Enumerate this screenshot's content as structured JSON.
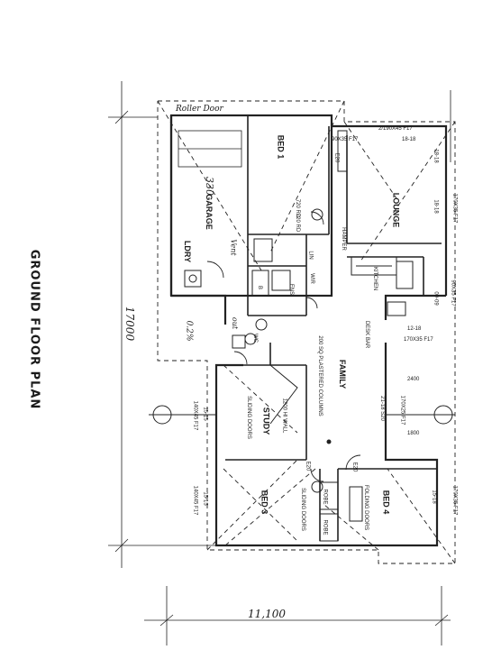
{
  "title": "GROUND FLOOR PLAN",
  "overall_width_dim": "11,100",
  "overall_length_dim": "17000",
  "rooms": {
    "garage": "GARAGE",
    "ldry": "LDRY",
    "bed1": "BED 1",
    "lounge": "LOUNGE",
    "family": "FAMILY",
    "study": "STUDY",
    "bed3": "BED 3",
    "bed4": "BED 4",
    "kitchen": "KITCHEN",
    "ens": "ENS",
    "wc": "WC",
    "bath": "B",
    "wir": "WIR",
    "robe1": "ROBE",
    "robe2": "ROBE"
  },
  "notes": {
    "roller_door": "Roller Door",
    "desk_bar": "DESK BAR",
    "columns": "200 SQ PLASTERED COLUMNS",
    "hi_wall": "1200 HI WALL",
    "sliding_doors_study": "SLIDING DOORS",
    "sliding_doors_bed3": "SLIDING DOORS",
    "folding_doors": "FOLDING DOORS",
    "hamper": "HAMPER",
    "lin": "LIN",
    "ens_detail": "720 RD"
  },
  "dims": {
    "d_top": "2/190X45 F17",
    "d_9035": "90X35 F17",
    "d_1818": "18-18",
    "d_17035a": "170X35 F17",
    "d_1818b": "18-18",
    "d_9035b": "90X35 F17",
    "d_0909": "09-09",
    "d_1218": "12-18",
    "d_17035b": "170X35 F17",
    "d_2400": "2400",
    "d_2118": "21-18 S20",
    "d_17025": "170X25 F17",
    "d_1800": "1800",
    "d_1515a": "15-15",
    "d_14045a": "140X45 F17",
    "d_1515b": "15-15",
    "d_14045b": "140X45 F17",
    "d_1518": "15-18",
    "d_17035c": "170X35 F17",
    "d_e20a": "E20",
    "d_e20b": "E20",
    "d_e20c": "E20",
    "d_720": "720 RD",
    "d_1818c": "18-18"
  },
  "handwriting": {
    "h_330": "330",
    "h_ldry_vent": "Vent",
    "h_note1": "0.2%",
    "h_note2": "out"
  }
}
